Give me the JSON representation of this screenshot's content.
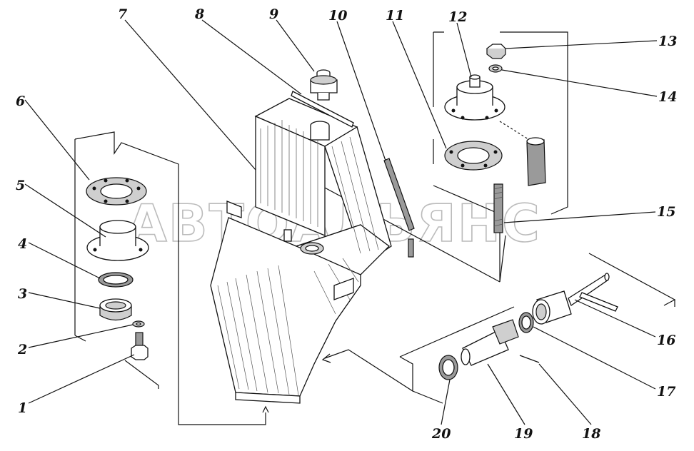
{
  "watermark": "АВТОАЛЬЯНС",
  "colors": {
    "ink": "#111111",
    "shade": "#9a9a9a",
    "watermark": "#bbbbbb"
  },
  "callouts": [
    {
      "id": "1",
      "text": "1"
    },
    {
      "id": "2",
      "text": "2"
    },
    {
      "id": "3",
      "text": "3"
    },
    {
      "id": "4",
      "text": "4"
    },
    {
      "id": "5",
      "text": "5"
    },
    {
      "id": "6",
      "text": "6"
    },
    {
      "id": "7",
      "text": "7"
    },
    {
      "id": "8",
      "text": "8"
    },
    {
      "id": "9",
      "text": "9"
    },
    {
      "id": "10",
      "text": "10"
    },
    {
      "id": "11",
      "text": "11"
    },
    {
      "id": "12",
      "text": "12"
    },
    {
      "id": "13",
      "text": "13"
    },
    {
      "id": "14",
      "text": "14"
    },
    {
      "id": "15",
      "text": "15"
    },
    {
      "id": "16",
      "text": "16"
    },
    {
      "id": "17",
      "text": "17"
    },
    {
      "id": "18",
      "text": "18"
    },
    {
      "id": "19",
      "text": "19"
    },
    {
      "id": "20",
      "text": "20"
    }
  ]
}
